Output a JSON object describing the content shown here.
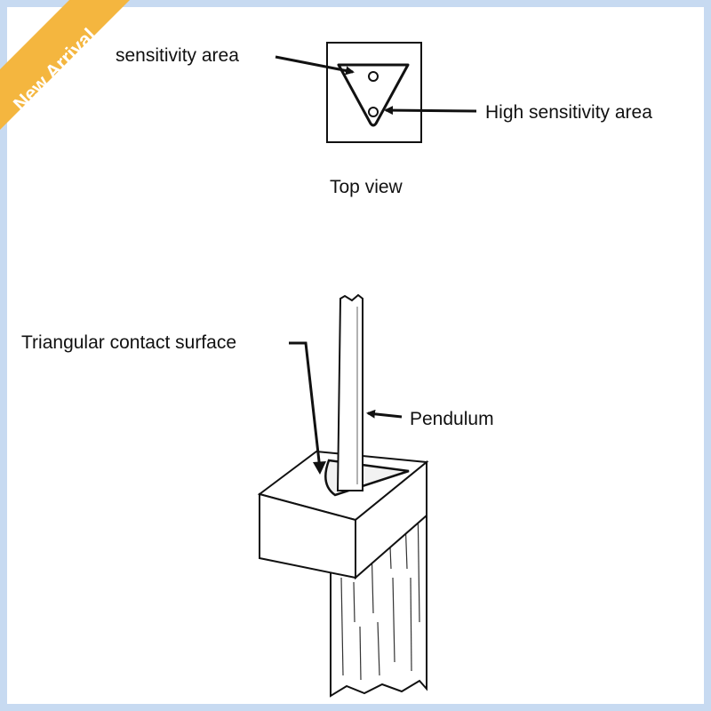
{
  "diagram": {
    "labels": {
      "low_sensitivity": "sensitivity area",
      "high_sensitivity": "High sensitivity area",
      "top_view": "Top view",
      "contact_surface": "Triangular contact surface",
      "pendulum": "Pendulum"
    }
  },
  "badge": {
    "text": "New Arrival",
    "color": "#f4b63f"
  },
  "colors": {
    "frame": "#c7daf1",
    "ink": "#111111",
    "paper": "#ffffff"
  }
}
